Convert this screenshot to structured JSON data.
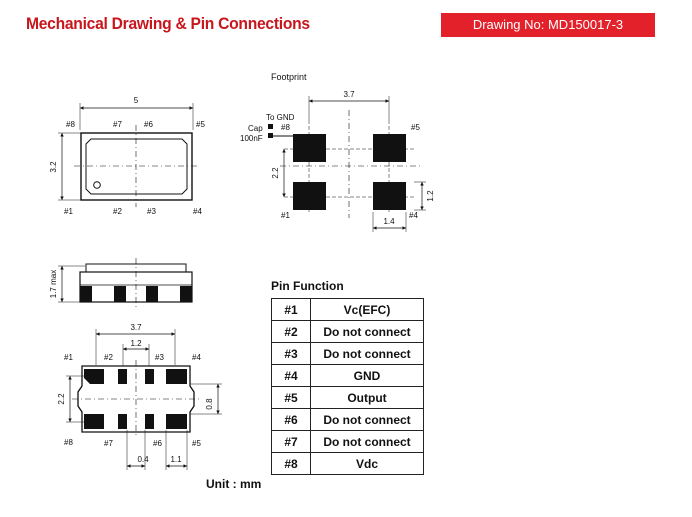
{
  "header": {
    "title": "Mechanical Drawing & Pin Connections",
    "drawing_no": "Drawing No: MD150017-3",
    "title_color": "#c8161d",
    "badge_color": "#e3212a"
  },
  "top_view": {
    "dim_length": "5",
    "dim_width": "3.2",
    "pins": [
      "#8",
      "#7",
      "#6",
      "#5",
      "#1",
      "#2",
      "#3",
      "#4"
    ]
  },
  "side_view": {
    "dim_height": "1.7 max"
  },
  "footprint": {
    "label": "Footprint",
    "cap_note": [
      "To GND",
      "Cap",
      "100nF"
    ],
    "dim_pitch_x": "3.7",
    "dim_pitch_y": "2.2",
    "dim_pad_w": "1.4",
    "dim_pad_h": "1.2",
    "pins": [
      "#8",
      "#5",
      "#1",
      "#4"
    ]
  },
  "bottom_view": {
    "dim_pitch_x": "3.7",
    "dim_inner": "1.2",
    "dim_pitch_y": "2.2",
    "dim_pad": "0.8",
    "dim_small": "0.4",
    "dim_pad_len": "1.1",
    "pins": [
      "#1",
      "#2",
      "#3",
      "#4",
      "#8",
      "#7",
      "#6",
      "#5"
    ]
  },
  "pin_function": {
    "title": "Pin Function",
    "rows": [
      {
        "pin": "#1",
        "function": "Vc(EFC)"
      },
      {
        "pin": "#2",
        "function": "Do not connect"
      },
      {
        "pin": "#3",
        "function": "Do not connect"
      },
      {
        "pin": "#4",
        "function": "GND"
      },
      {
        "pin": "#5",
        "function": "Output"
      },
      {
        "pin": "#6",
        "function": "Do not connect"
      },
      {
        "pin": "#7",
        "function": "Do not connect"
      },
      {
        "pin": "#8",
        "function": "Vdc"
      }
    ]
  },
  "unit": "Unit : mm"
}
